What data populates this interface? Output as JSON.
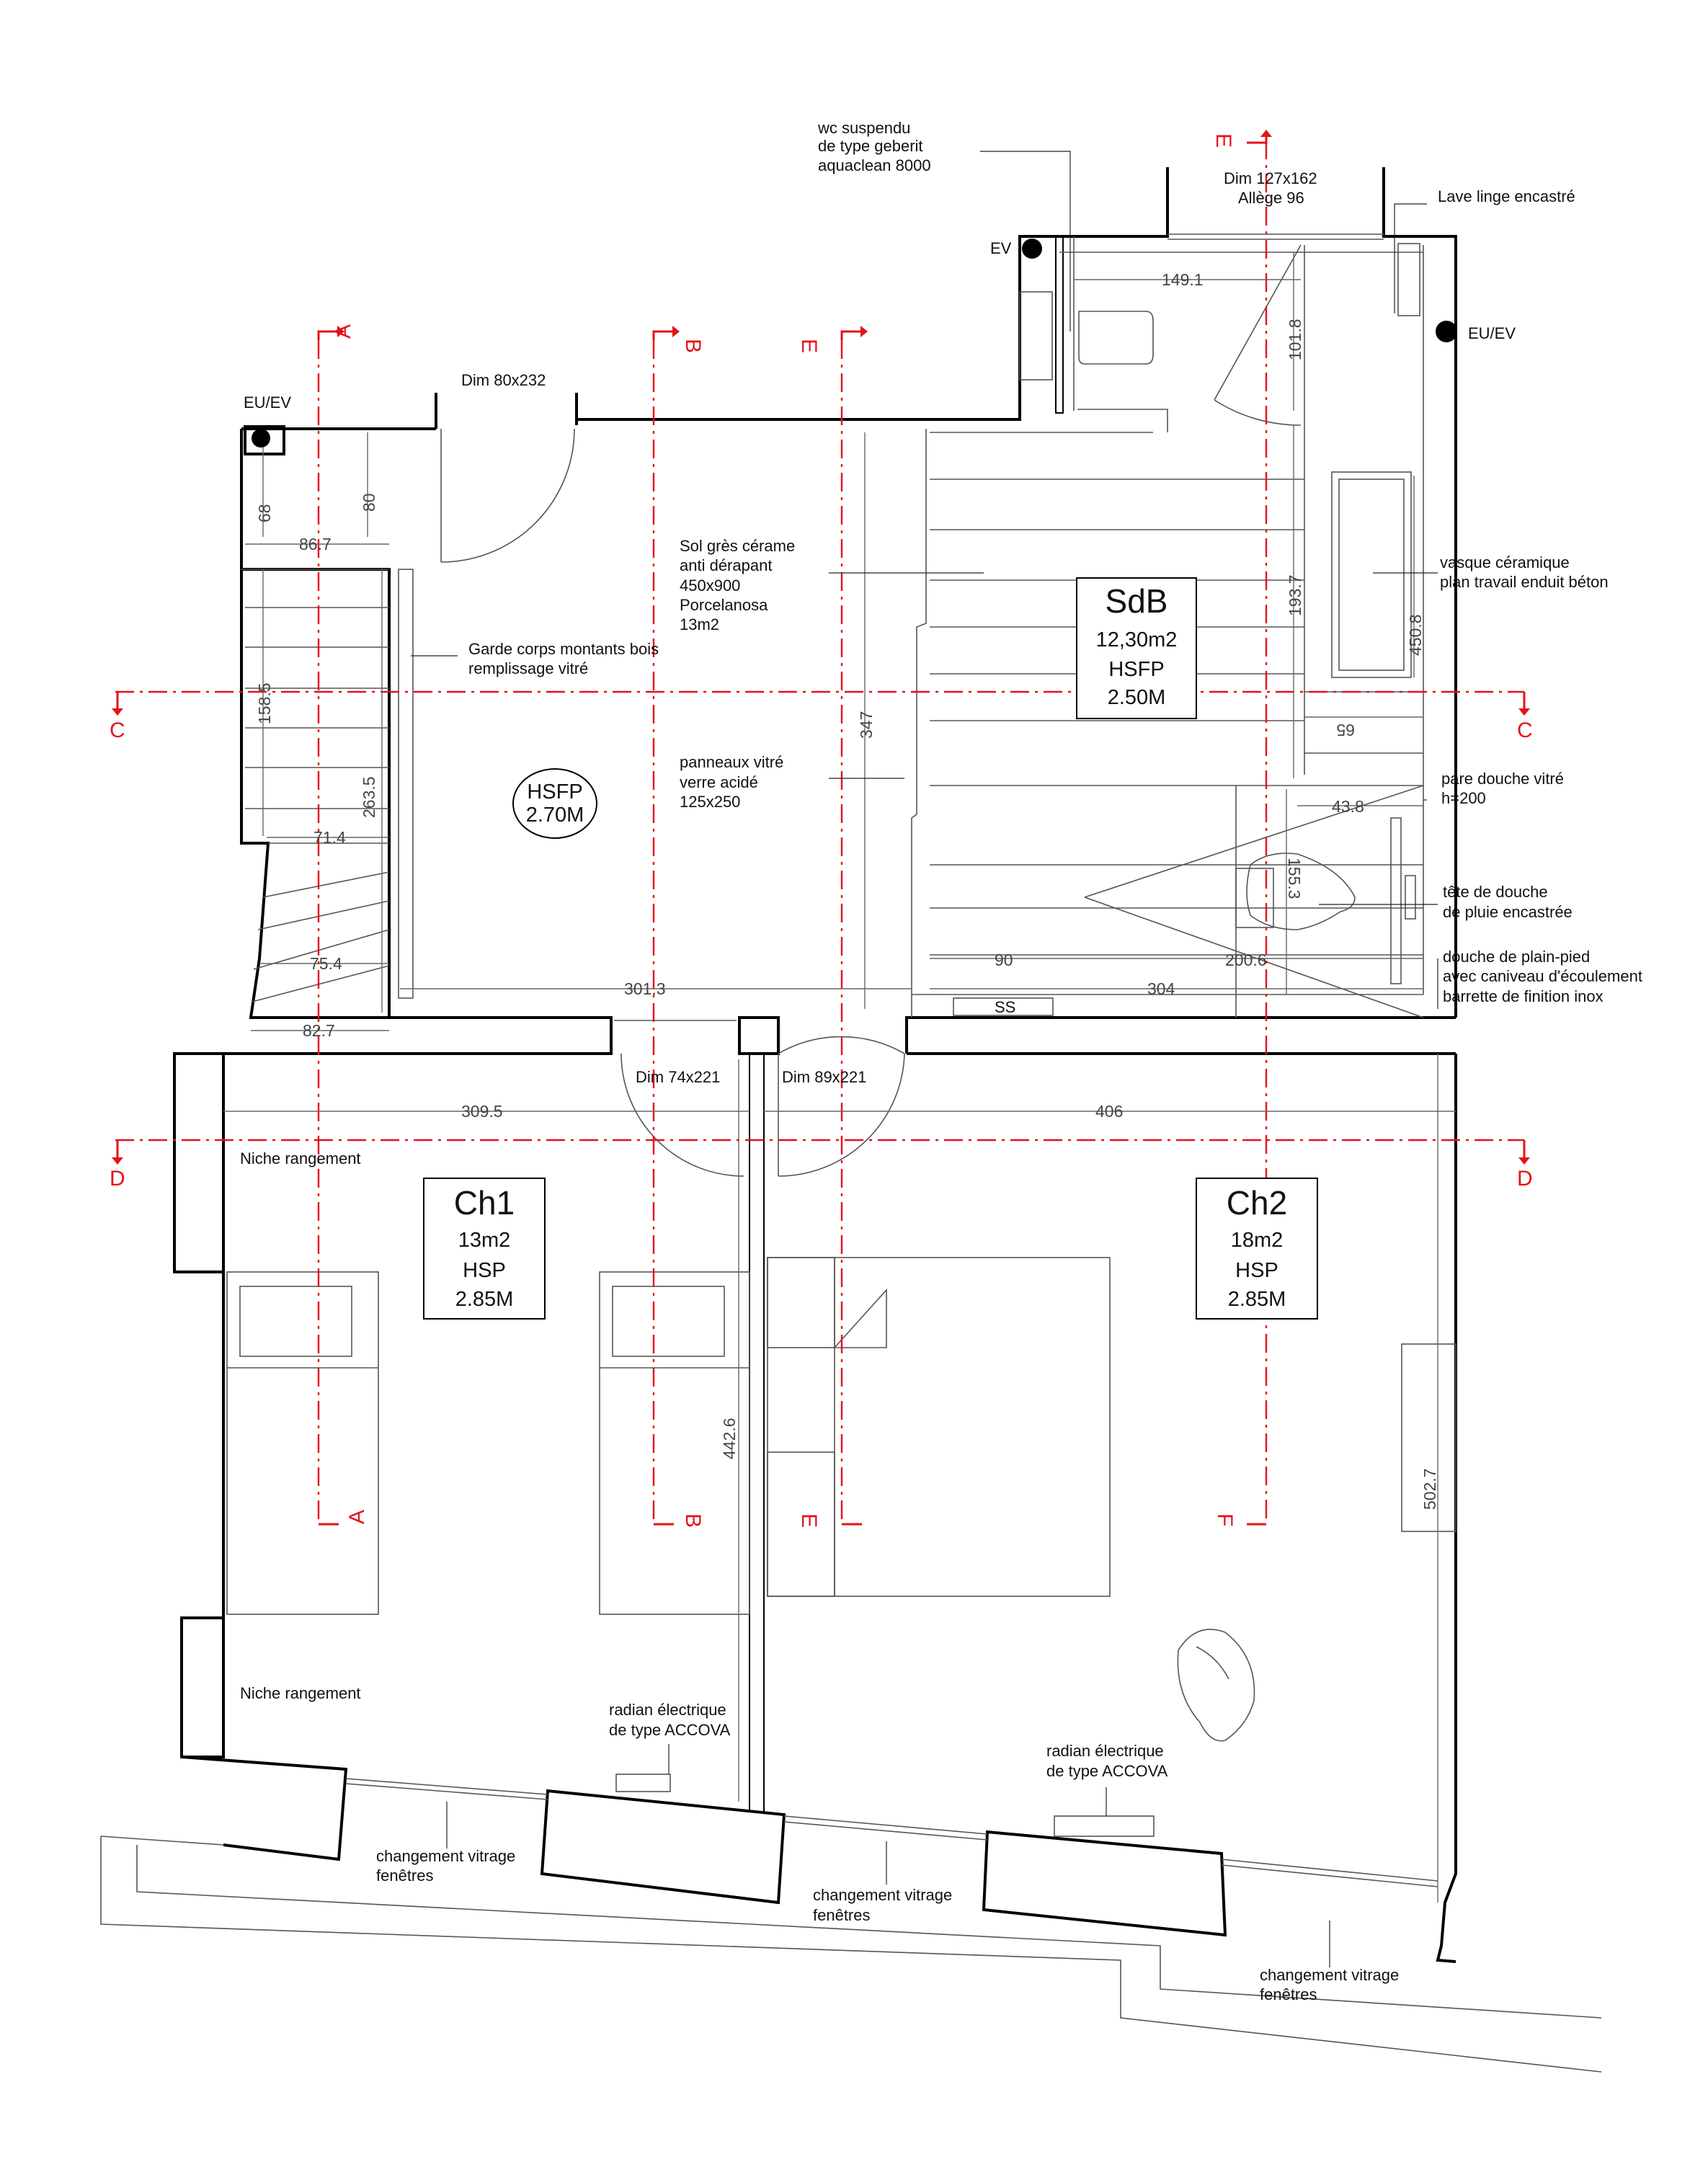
{
  "annotations": {
    "wc": [
      "wc suspendu",
      "de type geberit",
      "aquaclean 8000"
    ],
    "dim_window_sdb": [
      "Dim 127x162",
      "Allège 96"
    ],
    "lave_linge": "Lave linge encastré",
    "ev": "EV",
    "euev_right": "EU/EV",
    "euev_left": "EU/EV",
    "dim_door_entry": "Dim 80x232",
    "sol": [
      "Sol grès cérame",
      "anti dérapant",
      "450x900",
      "Porcelanosa",
      "13m2"
    ],
    "garde_corps": [
      "Garde corps montants bois",
      "remplissage vitré"
    ],
    "panneaux": [
      "panneaux vitré",
      "verre acidé",
      "125x250"
    ],
    "vasque": [
      "vasque céramique",
      "plan travail enduit béton"
    ],
    "pare_douche": [
      "pare douche vitré",
      "h=200"
    ],
    "tete_douche": [
      "tête de douche",
      "de pluie encastrée"
    ],
    "douche_plain": [
      "douche de plain-pied",
      "avec caniveau d'écoulement",
      "barrette de finition inox"
    ],
    "ss": "SS",
    "dim_door_ch1": "Dim 74x221",
    "dim_door_ch2": "Dim 89x221",
    "niche_top": "Niche rangement",
    "niche_bottom": "Niche rangement",
    "radian_1": [
      "radian électrique",
      "de type ACCOVA"
    ],
    "radian_2": [
      "radian électrique",
      "de type ACCOVA"
    ],
    "vitrage_1": [
      "changement vitrage",
      "fenêtres"
    ],
    "vitrage_2": [
      "changement vitrage",
      "fenêtres"
    ],
    "vitrage_3": [
      "changement vitrage",
      "fenêtres"
    ]
  },
  "rooms": {
    "landing": {
      "hsfp": "HSFP",
      "height": "2.70M"
    },
    "sdb": {
      "name": "SdB",
      "area": "12,30m2",
      "type": "HSFP",
      "height": "2.50M"
    },
    "ch1": {
      "name": "Ch1",
      "area": "13m2",
      "type": "HSP",
      "height": "2.85M"
    },
    "ch2": {
      "name": "Ch2",
      "area": "18m2",
      "type": "HSP",
      "height": "2.85M"
    }
  },
  "dimensions": {
    "d1491": "149.1",
    "d1018": "101.8",
    "d1937": "193.7",
    "d4508": "450.8",
    "d65": "65",
    "d438": "43.8",
    "d1553": "155.3",
    "d90": "90",
    "d2006": "200.6",
    "d304": "304",
    "d347": "347",
    "d3013": "301.3",
    "d68": "68",
    "d80": "80",
    "d867": "86.7",
    "d1585": "158.5",
    "d2635": "263.5",
    "d714": "71.4",
    "d754": "75.4",
    "d827": "82.7",
    "d3095": "309.5",
    "d406": "406",
    "d4426": "442.6",
    "d5027": "502.7"
  },
  "sections": {
    "a": "A",
    "b": "B",
    "e": "E",
    "f": "F",
    "c": "C",
    "d": "D"
  }
}
